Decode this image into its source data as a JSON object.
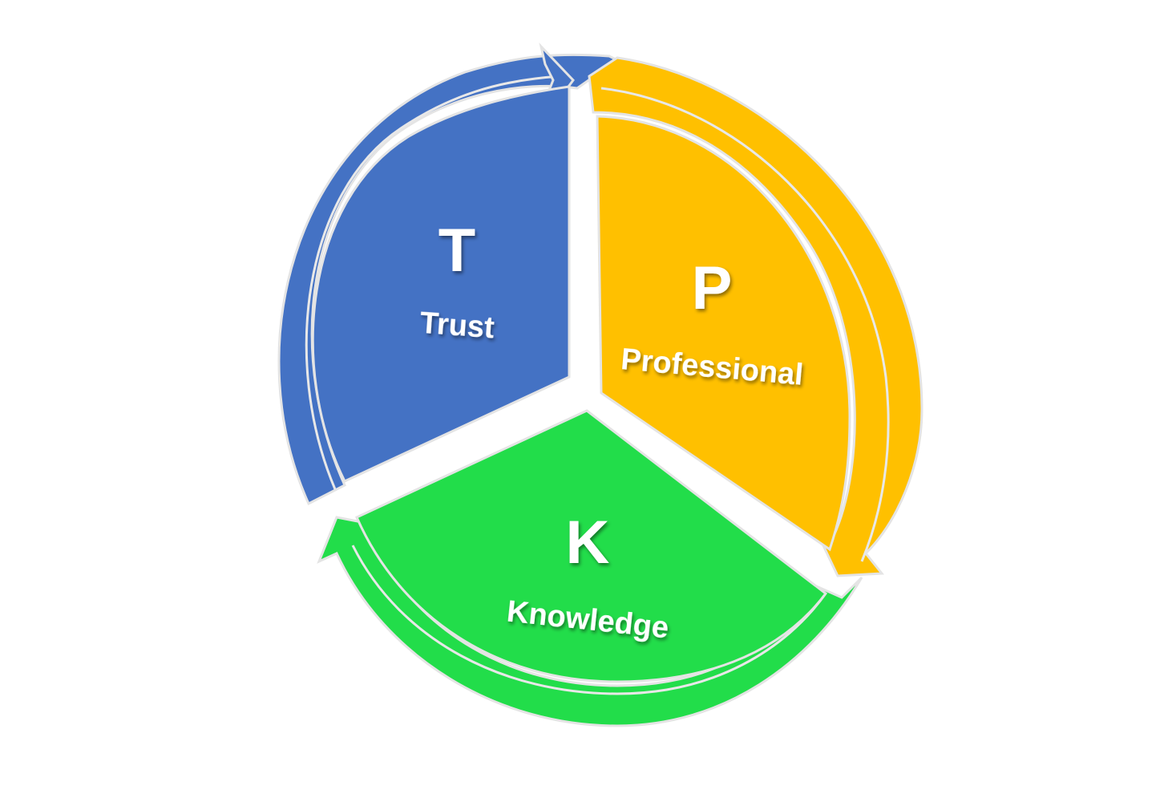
{
  "segments": [
    {
      "letter": "T",
      "label": "Trust",
      "color": "#4472c4"
    },
    {
      "letter": "P",
      "label": "Professional",
      "color": "#ffc000"
    },
    {
      "letter": "K",
      "label": "Knowledge",
      "color": "#22dd4a"
    }
  ]
}
